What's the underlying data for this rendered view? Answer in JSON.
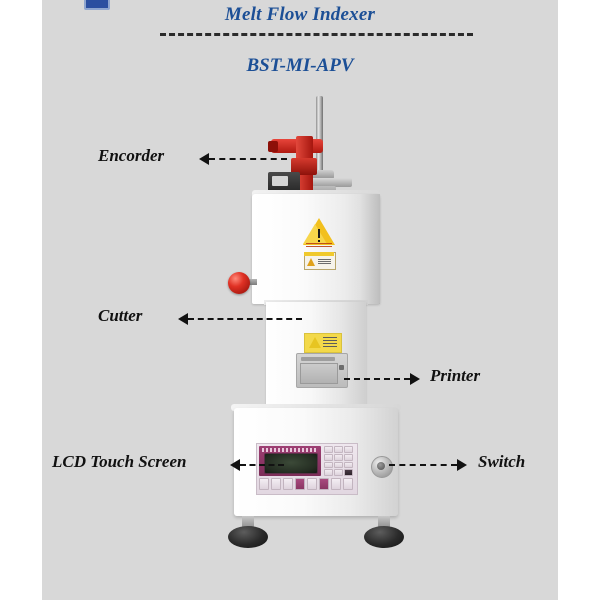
{
  "header": {
    "title": "Melt Flow Indexer",
    "model": "BST-MI-APV",
    "divider_style": "dashed"
  },
  "colors": {
    "title_blue": "#1c4f96",
    "background_gray": "#d8d8d8",
    "page_white": "#ffffff",
    "label_black": "#111111",
    "accent_red": "#e03124",
    "panel_magenta": "#9e3f73",
    "warning_yellow": "#f2c01e",
    "lcd_dark": "#242d22"
  },
  "callouts": [
    {
      "id": "encorder",
      "label": "Encorder",
      "arrow": "left",
      "target": "encoder-assembly"
    },
    {
      "id": "cutter",
      "label": "Cutter",
      "arrow": "left",
      "target": "cutter-knob"
    },
    {
      "id": "printer",
      "label": "Printer",
      "arrow": "right",
      "target": "printer-door"
    },
    {
      "id": "lcd",
      "label": "LCD Touch Screen",
      "arrow": "left",
      "target": "control-panel"
    },
    {
      "id": "switch",
      "label": "Switch",
      "arrow": "right",
      "target": "power-switch"
    }
  ],
  "machine": {
    "parts": [
      "piston-rod",
      "encoder-assembly",
      "heating-furnace",
      "warning-decal",
      "cutter-knob",
      "printer-door",
      "control-panel",
      "power-switch",
      "leveling-feet"
    ]
  }
}
